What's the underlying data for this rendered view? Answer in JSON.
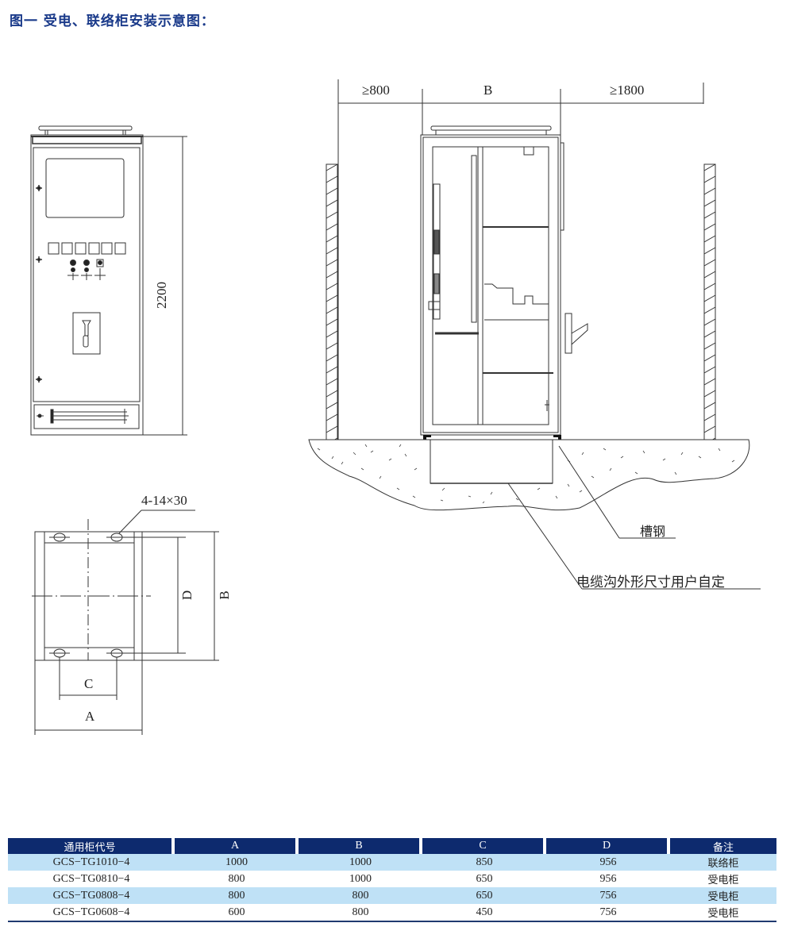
{
  "title": "图一  受电、联络柜安装示意图：",
  "front_view": {
    "height_dim": "2200"
  },
  "side_view": {
    "clearance_front": "≥800",
    "width_label": "B",
    "clearance_rear": "≥1800",
    "channel_steel_label": "槽钢",
    "cable_trench_label": "电缆沟外形尺寸用户自定"
  },
  "base_plan": {
    "hole_spec": "4-14×30",
    "dim_c": "C",
    "dim_a": "A",
    "dim_d": "D",
    "dim_b": "B"
  },
  "spec_table": {
    "headers": [
      "通用柜代号",
      "A",
      "B",
      "C",
      "D",
      "备注"
    ],
    "rows": [
      [
        "GCS−TG1010−4",
        "1000",
        "1000",
        "850",
        "956",
        "联络柜"
      ],
      [
        "GCS−TG0810−4",
        "800",
        "1000",
        "650",
        "956",
        "受电柜"
      ],
      [
        "GCS−TG0808−4",
        "800",
        "800",
        "650",
        "756",
        "受电柜"
      ],
      [
        "GCS−TG0608−4",
        "600",
        "800",
        "450",
        "756",
        "受电柜"
      ]
    ]
  },
  "colors": {
    "title": "#1a3a8a",
    "table_header_bg": "#0d2a6e",
    "table_alt_row": "#bfe1f6"
  }
}
